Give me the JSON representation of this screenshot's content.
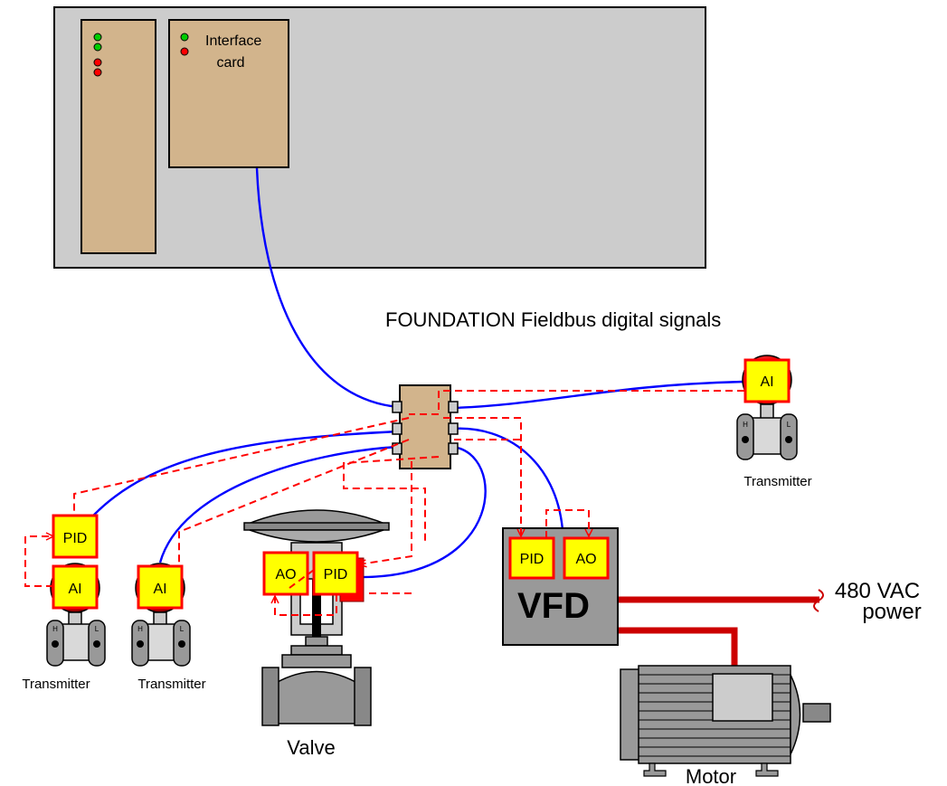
{
  "diagram": {
    "interface_card_label_line1": "Interface",
    "interface_card_label_line2": "card",
    "network_label": "FOUNDATION Fieldbus digital signals",
    "transmitter_label": "Transmitter",
    "valve_label": "Valve",
    "motor_label": "Motor",
    "vfd_label": "VFD",
    "power_label_line1": "480 VAC",
    "power_label_line2": "power",
    "pid_label": "PID",
    "ai_label": "AI",
    "ao_label": "AO",
    "port_h": "H",
    "port_l": "L"
  },
  "colors": {
    "enclosure": "#cccccc",
    "card": "#d2b48c",
    "bus_wire": "#0000ff",
    "signal_path": "#ff0000",
    "power_wire": "#cc0000",
    "function_block": "#ffff00",
    "led_green": "#00cc00",
    "led_red": "#ff0000"
  }
}
